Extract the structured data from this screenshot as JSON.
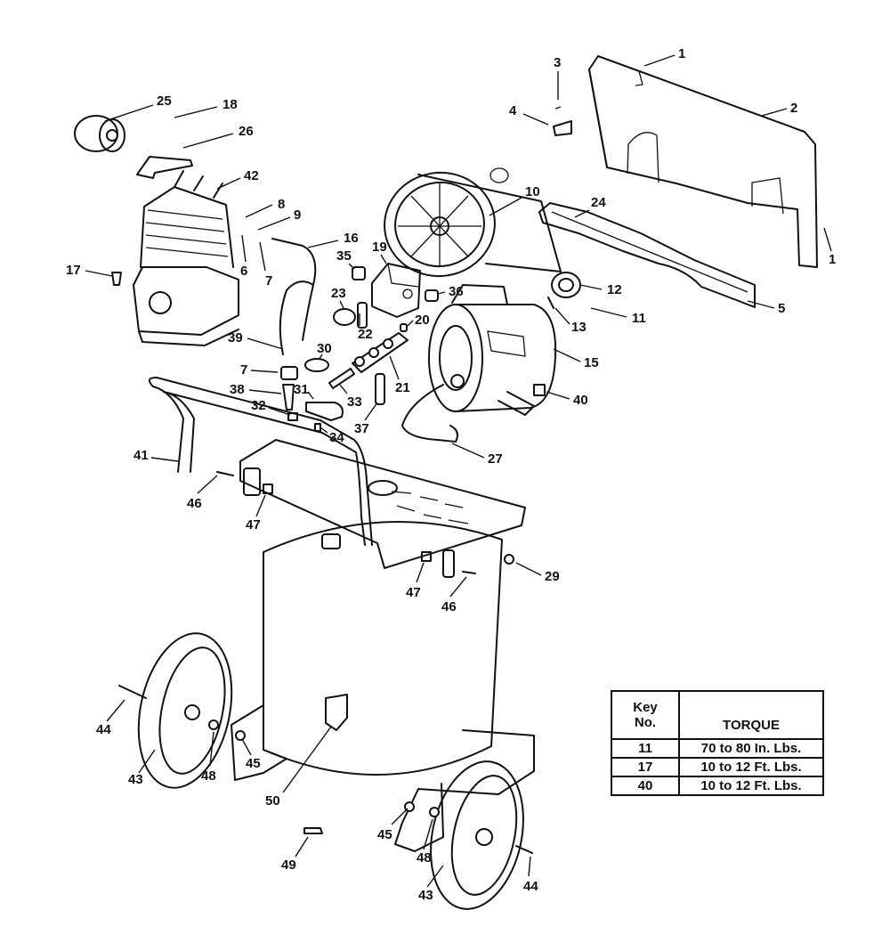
{
  "callouts": [
    {
      "id": "c1a",
      "label": "1"
    },
    {
      "id": "c1b",
      "label": "1"
    },
    {
      "id": "c2",
      "label": "2"
    },
    {
      "id": "c3",
      "label": "3"
    },
    {
      "id": "c4",
      "label": "4"
    },
    {
      "id": "c5",
      "label": "5"
    },
    {
      "id": "c6",
      "label": "6"
    },
    {
      "id": "c7a",
      "label": "7"
    },
    {
      "id": "c7b",
      "label": "7"
    },
    {
      "id": "c8",
      "label": "8"
    },
    {
      "id": "c9",
      "label": "9"
    },
    {
      "id": "c10",
      "label": "10"
    },
    {
      "id": "c11",
      "label": "11"
    },
    {
      "id": "c12",
      "label": "12"
    },
    {
      "id": "c13",
      "label": "13"
    },
    {
      "id": "c15",
      "label": "15"
    },
    {
      "id": "c16",
      "label": "16"
    },
    {
      "id": "c17",
      "label": "17"
    },
    {
      "id": "c18",
      "label": "18"
    },
    {
      "id": "c19",
      "label": "19"
    },
    {
      "id": "c20",
      "label": "20"
    },
    {
      "id": "c21",
      "label": "21"
    },
    {
      "id": "c22",
      "label": "22"
    },
    {
      "id": "c23",
      "label": "23"
    },
    {
      "id": "c24",
      "label": "24"
    },
    {
      "id": "c25",
      "label": "25"
    },
    {
      "id": "c26",
      "label": "26"
    },
    {
      "id": "c27",
      "label": "27"
    },
    {
      "id": "c29",
      "label": "29"
    },
    {
      "id": "c30",
      "label": "30"
    },
    {
      "id": "c31",
      "label": "31"
    },
    {
      "id": "c32",
      "label": "32"
    },
    {
      "id": "c33",
      "label": "33"
    },
    {
      "id": "c34",
      "label": "34"
    },
    {
      "id": "c35",
      "label": "35"
    },
    {
      "id": "c36",
      "label": "36"
    },
    {
      "id": "c37",
      "label": "37"
    },
    {
      "id": "c38",
      "label": "38"
    },
    {
      "id": "c39",
      "label": "39"
    },
    {
      "id": "c40",
      "label": "40"
    },
    {
      "id": "c41",
      "label": "41"
    },
    {
      "id": "c42",
      "label": "42"
    },
    {
      "id": "c43a",
      "label": "43"
    },
    {
      "id": "c43b",
      "label": "43"
    },
    {
      "id": "c44a",
      "label": "44"
    },
    {
      "id": "c44b",
      "label": "44"
    },
    {
      "id": "c45a",
      "label": "45"
    },
    {
      "id": "c45b",
      "label": "45"
    },
    {
      "id": "c46a",
      "label": "46"
    },
    {
      "id": "c46b",
      "label": "46"
    },
    {
      "id": "c47a",
      "label": "47"
    },
    {
      "id": "c47b",
      "label": "47"
    },
    {
      "id": "c48a",
      "label": "48"
    },
    {
      "id": "c48b",
      "label": "48"
    },
    {
      "id": "c49",
      "label": "49"
    },
    {
      "id": "c50",
      "label": "50"
    }
  ],
  "torque_table": {
    "header_key_line1": "Key",
    "header_key_line2": "No.",
    "header_torque": "TORQUE",
    "rows": [
      {
        "key": "11",
        "torque": "70 to 80 In. Lbs."
      },
      {
        "key": "17",
        "torque": "10 to 12 Ft. Lbs."
      },
      {
        "key": "40",
        "torque": "10 to 12 Ft. Lbs."
      }
    ]
  }
}
